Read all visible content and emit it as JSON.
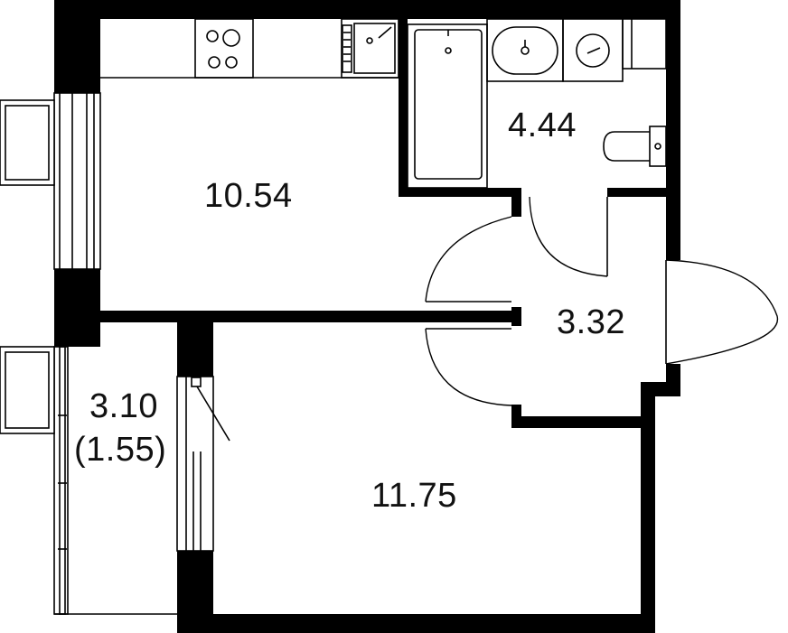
{
  "plan": {
    "rooms": [
      {
        "id": "kitchen-living",
        "area": "10.54"
      },
      {
        "id": "bathroom",
        "area": "4.44"
      },
      {
        "id": "hallway",
        "area": "3.32"
      },
      {
        "id": "bedroom",
        "area": "11.75"
      },
      {
        "id": "balcony",
        "area": "3.10",
        "reduced_area": "(1.55)"
      }
    ],
    "colors": {
      "walls": "#000000",
      "background": "#ffffff",
      "text": "#111111"
    },
    "fixtures": [
      "stove-icon",
      "kitchen-sink-icon",
      "bathtub-icon",
      "washbasin-icon",
      "washing-machine-icon",
      "toilet-icon"
    ]
  }
}
